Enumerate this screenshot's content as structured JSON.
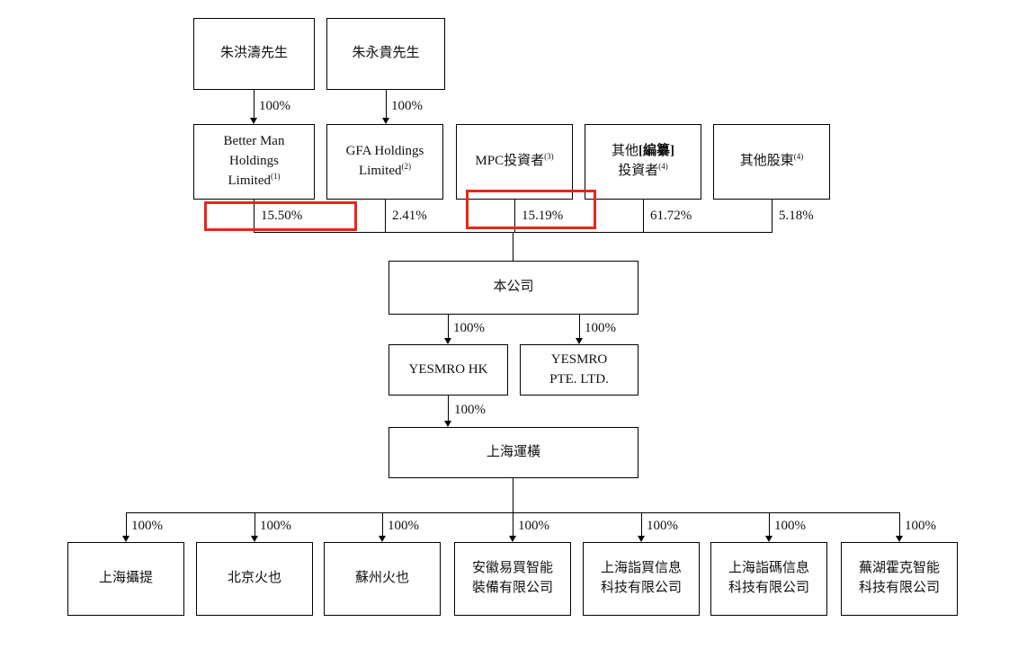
{
  "diagram": {
    "top": [
      {
        "name": "朱洪濤先生",
        "pct": "100%"
      },
      {
        "name": "朱永貴先生",
        "pct": "100%"
      }
    ],
    "row2": [
      {
        "l1": "Better Man",
        "l2": "Holdings Limited",
        "sup": "(1)",
        "pct": "15.50%"
      },
      {
        "l1": "GFA Holdings",
        "l2": "Limited",
        "sup": "(2)",
        "pct": "2.41%"
      },
      {
        "l1": "MPC投資者",
        "sup": "(3)",
        "pct": "15.19%"
      },
      {
        "l1a": "其他",
        "l1b": "[編纂]",
        "l2": "投資者",
        "sup": "(4)",
        "pct": "61.72%"
      },
      {
        "l1": "其他股東",
        "sup": "(4)",
        "pct": "5.18%"
      }
    ],
    "company": {
      "name": "本公司"
    },
    "mid": [
      {
        "l1": "YESMRO HK",
        "pct": "100%"
      },
      {
        "l1": "YESMRO",
        "l2": "PTE. LTD.",
        "pct": "100%"
      }
    ],
    "sh": {
      "name": "上海運橫",
      "pct": "100%"
    },
    "bottom": [
      {
        "name": "上海攝提",
        "pct": "100%"
      },
      {
        "name": "北京火也",
        "pct": "100%"
      },
      {
        "name": "蘇州火也",
        "pct": "100%"
      },
      {
        "name": "安徽易買智能裝備有限公司",
        "pct": "100%"
      },
      {
        "name": "上海詣買信息科技有限公司",
        "pct": "100%"
      },
      {
        "name": "上海詣碼信息科技有限公司",
        "pct": "100%"
      },
      {
        "name": "蕪湖霍克智能科技有限公司",
        "pct": "100%"
      }
    ],
    "highlight_color": "#e8261b"
  }
}
